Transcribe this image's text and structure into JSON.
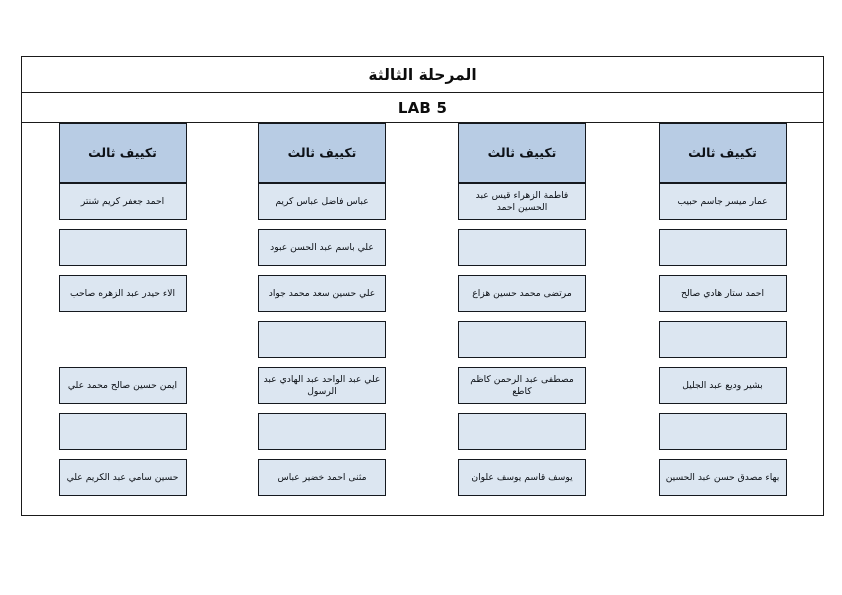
{
  "document": {
    "title_line_1": "المرحلة الثالثة",
    "title_line_2": "LAB 5"
  },
  "colors": {
    "header_fill": "#b8cce4",
    "cell_fill": "#dce6f1",
    "border": "#15191f",
    "page_background": "#ffffff",
    "text": "#0d1117"
  },
  "table": {
    "column_headers": [
      "تكييف ثالث",
      "تكييف ثالث",
      "تكييف ثالث",
      "تكييف ثالث"
    ],
    "row_count": 7,
    "column_count": 4,
    "columns": [
      {
        "header": "تكييف ثالث",
        "cells": [
          "عمار ميسر جاسم حبيب",
          "",
          "احمد ستار هادي صالح",
          "",
          "بشير وديع عبد الجليل",
          "",
          "بهاء مصدق حسن عبد الحسين"
        ]
      },
      {
        "header": "تكييف ثالث",
        "cells": [
          "فاطمة الزهراء قيس عبد الحسين احمد",
          "",
          "مرتضى محمد حسين هزاع",
          "",
          "مصطفى عبد الرحمن كاظم كاطع",
          "",
          "يوسف قاسم يوسف علوان"
        ]
      },
      {
        "header": "تكييف ثالث",
        "cells": [
          "عباس فاضل عباس كريم",
          "علي باسم عبد الحسن عبود",
          "علي حسين سعد محمد جواد",
          "",
          "علي عبد الواحد عبد الهادي عبد الرسول",
          "",
          "مثنى احمد خضير عباس"
        ]
      },
      {
        "header": "تكييف ثالث",
        "cells": [
          "احمد جعفر كريم شنتر",
          "",
          "الاء حيدر عبد الزهره صاحب",
          null,
          "ايمن حسين صالح محمد علي",
          "",
          "حسين سامي عبد الكريم علي"
        ]
      }
    ]
  }
}
